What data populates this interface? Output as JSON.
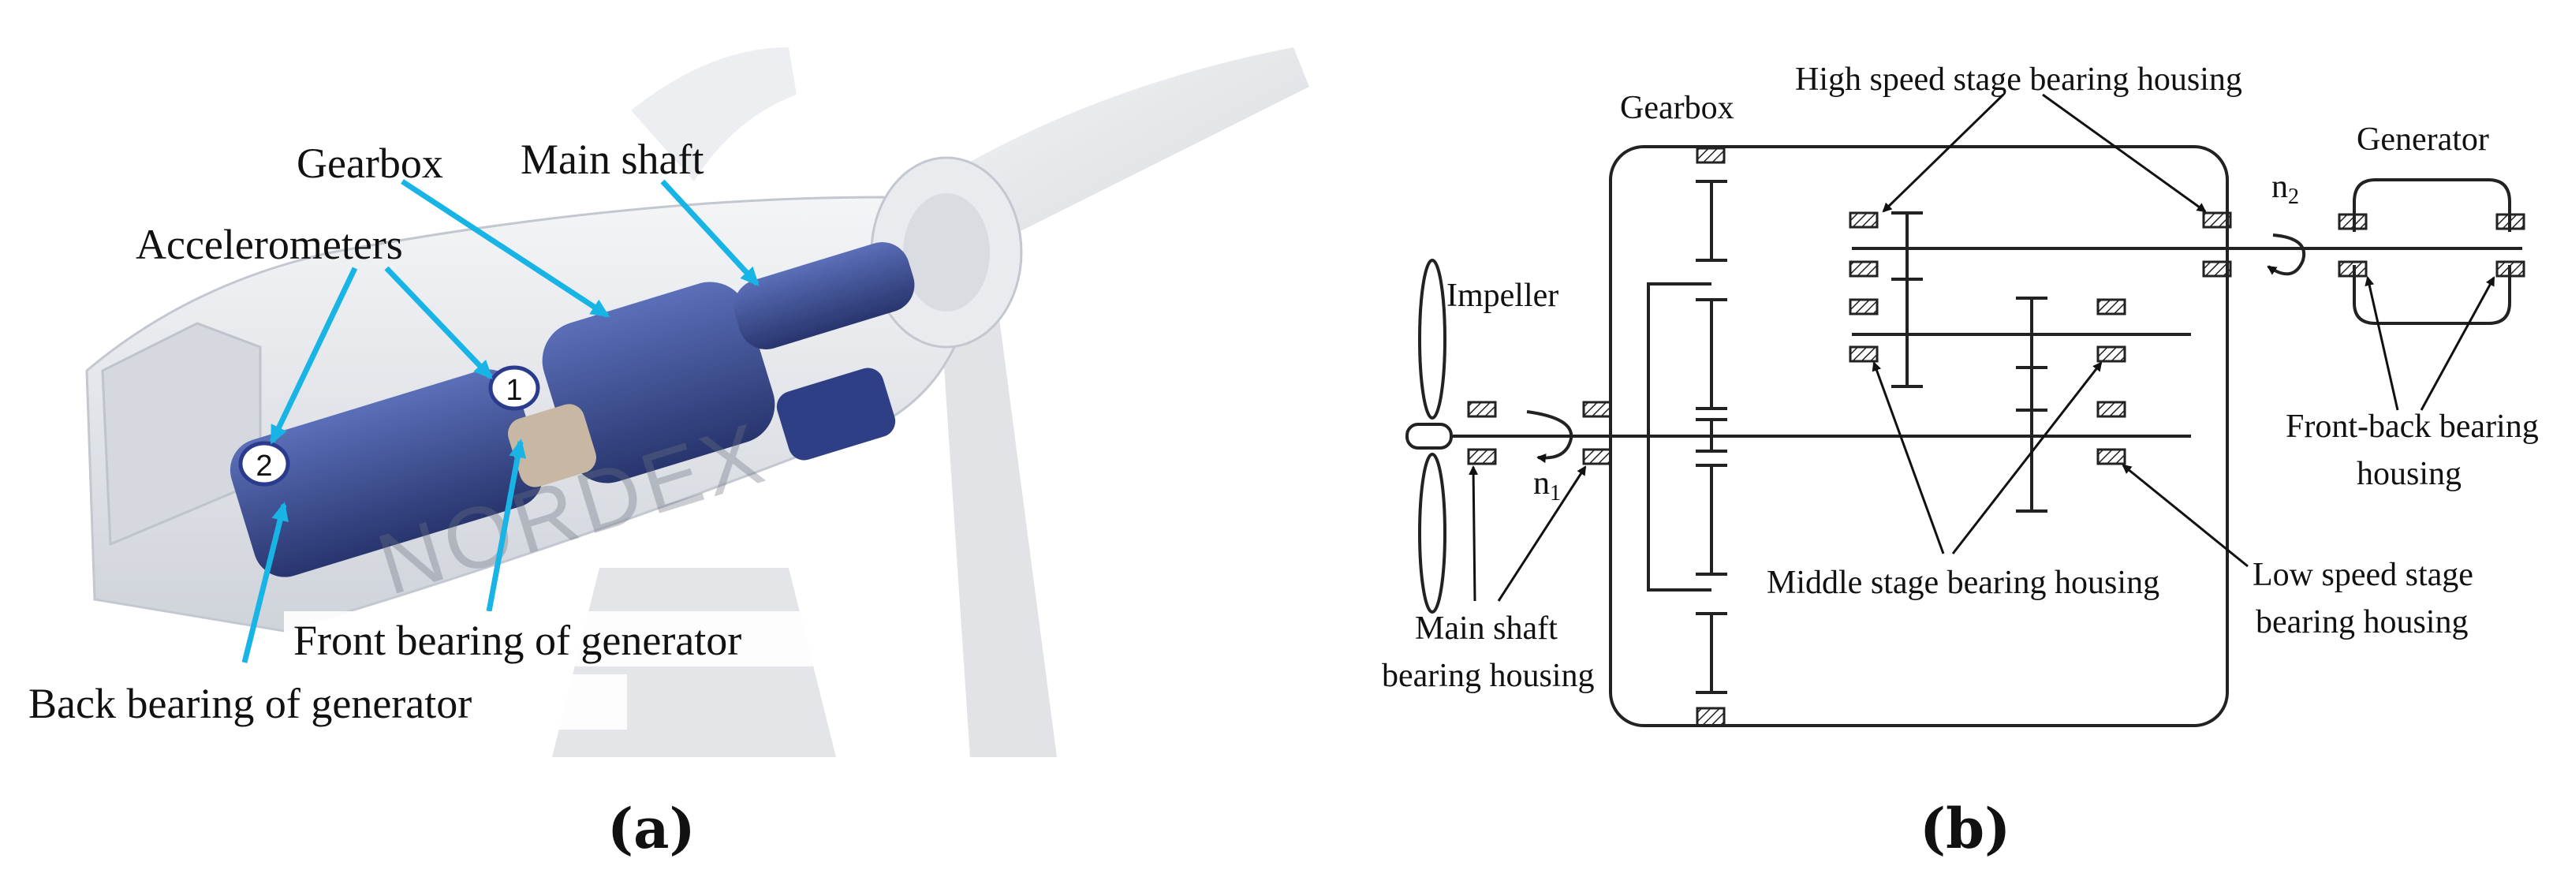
{
  "panel_a": {
    "labels": {
      "gearbox": "Gearbox",
      "main_shaft": "Main shaft",
      "accelerometers": "Accelerometers",
      "front_bearing": "Front bearing of generator",
      "back_bearing": "Back bearing of generator",
      "marker_1": "1",
      "marker_2": "2",
      "watermark": "NORDEX"
    },
    "caption": "(a)"
  },
  "panel_b": {
    "labels": {
      "gearbox": "Gearbox",
      "high_speed": "High speed stage bearing housing",
      "generator": "Generator",
      "n2_n": "n",
      "n2_sub": "2",
      "impeller": "Impeller",
      "n1_n": "n",
      "n1_sub": "1",
      "main_shaft_line1": "Main shaft",
      "main_shaft_line2": "bearing housing",
      "middle_stage": "Middle stage bearing housing",
      "low_speed_line1": "Low speed stage",
      "low_speed_line2": "bearing housing",
      "front_back_line1": "Front-back bearing",
      "front_back_line2": "housing"
    },
    "caption": "(b)"
  },
  "colors": {
    "callout": "#19b4e6",
    "machinery": "#3a4f9a",
    "nacelle": "#e6e8ec"
  }
}
